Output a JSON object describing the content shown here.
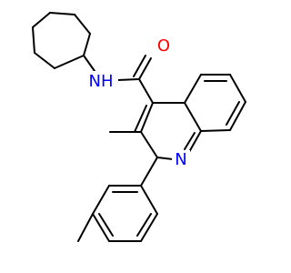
{
  "molecule": {
    "atoms": {
      "oxygen": {
        "label": "O",
        "color": "#ff0000"
      },
      "amide_nitrogen": {
        "label": "NH",
        "color": "#0000ff"
      },
      "ring_nitrogen": {
        "label": "N",
        "color": "#0000ff"
      }
    },
    "bond_color": "#000000"
  }
}
